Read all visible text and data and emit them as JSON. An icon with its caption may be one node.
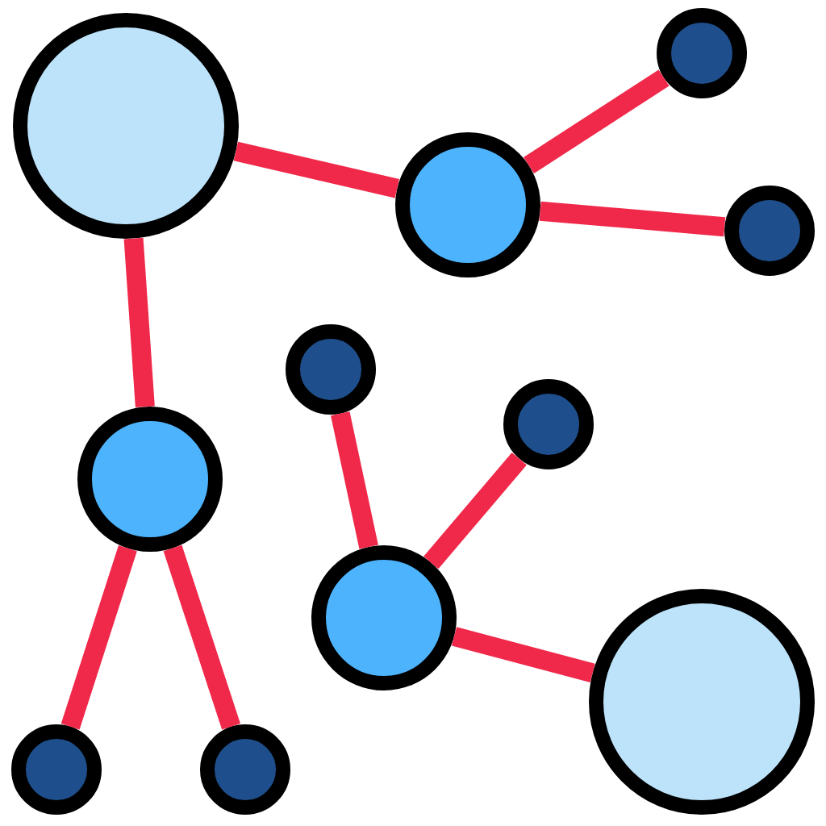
{
  "diagram": {
    "nodes": [
      {
        "text": [],
        "shape": "circle"
      },
      {
        "text": [],
        "shape": "circle"
      },
      {
        "text": [],
        "shape": "circle"
      },
      {
        "text": [],
        "shape": "circle"
      },
      {
        "text": [],
        "shape": "circle"
      },
      {
        "text": [],
        "shape": "circle"
      },
      {
        "text": [],
        "shape": "circle"
      },
      {
        "text": [],
        "shape": "circle"
      },
      {
        "text": [],
        "shape": "circle"
      },
      {
        "text": [],
        "shape": "circle"
      },
      {
        "text": [],
        "shape": "circle"
      }
    ],
    "edges": [
      {
        "from": 0,
        "to": 1,
        "arrow": "none"
      },
      {
        "from": 1,
        "to": 2,
        "arrow": "none"
      },
      {
        "from": 1,
        "to": 3,
        "arrow": "none"
      },
      {
        "from": 0,
        "to": 4,
        "arrow": "none"
      },
      {
        "from": 4,
        "to": 5,
        "arrow": "none"
      },
      {
        "from": 4,
        "to": 6,
        "arrow": "none"
      },
      {
        "from": 7,
        "to": 9,
        "arrow": "none"
      },
      {
        "from": 8,
        "to": 9,
        "arrow": "none"
      },
      {
        "from": 9,
        "to": 10,
        "arrow": "none"
      }
    ]
  }
}
